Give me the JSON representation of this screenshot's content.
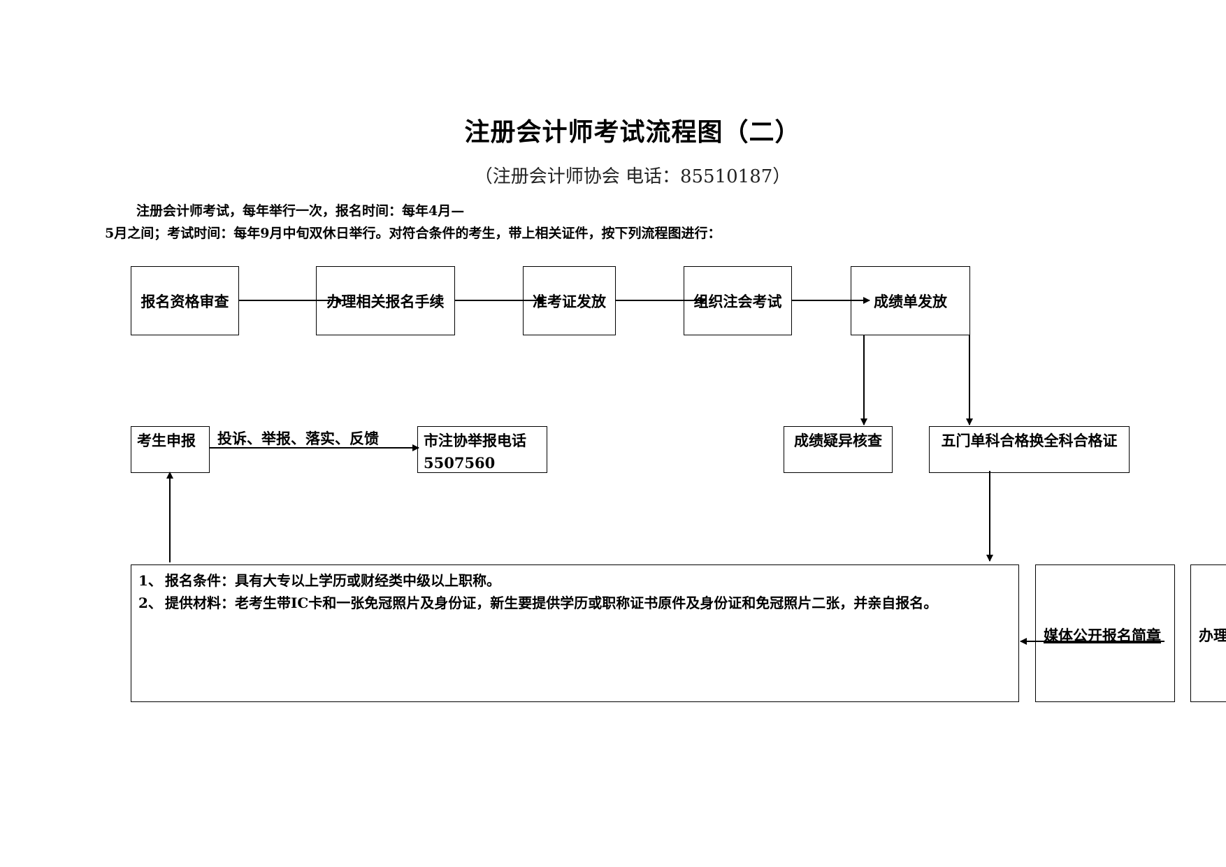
{
  "header": {
    "title": "注册会计师考试流程图（二）",
    "subtitle": "（注册会计师协会  电话：85510187）",
    "intro_line1": "注册会计师考试，每年举行一次，报名时间：每年4月—",
    "intro_line2": "5月之间；考试时间：每年9月中旬双休日举行。对符合条件的考生，带上相关证件，按下列流程图进行："
  },
  "flow": {
    "step1": "报名资格审查",
    "step2": "办理相关报名手续",
    "step3": "准考证发放",
    "step4": "组织注会考试",
    "step5": "成绩单发放",
    "score_review": "成绩疑异核查",
    "certificate": "五门单科合格换全科合格证",
    "report": "考生申报",
    "complaint_label": "投诉、举报、落实、反馈",
    "hotline_title": "市注协举报电话",
    "hotline_number": "5507560"
  },
  "notes": {
    "item1_num": "1、",
    "item1_text": "报名条件：具有大专以上学历或财经类中级以上职称。",
    "item2_num": "2、",
    "item2_text": "提供材料：老考生带IC卡和一张免冠照片及身份证，新生要提供学历或职称证书原件及身份证和免冠照片二张，并亲自报名。"
  },
  "side": {
    "media": "媒体公开报名简章",
    "handle": "办理"
  }
}
